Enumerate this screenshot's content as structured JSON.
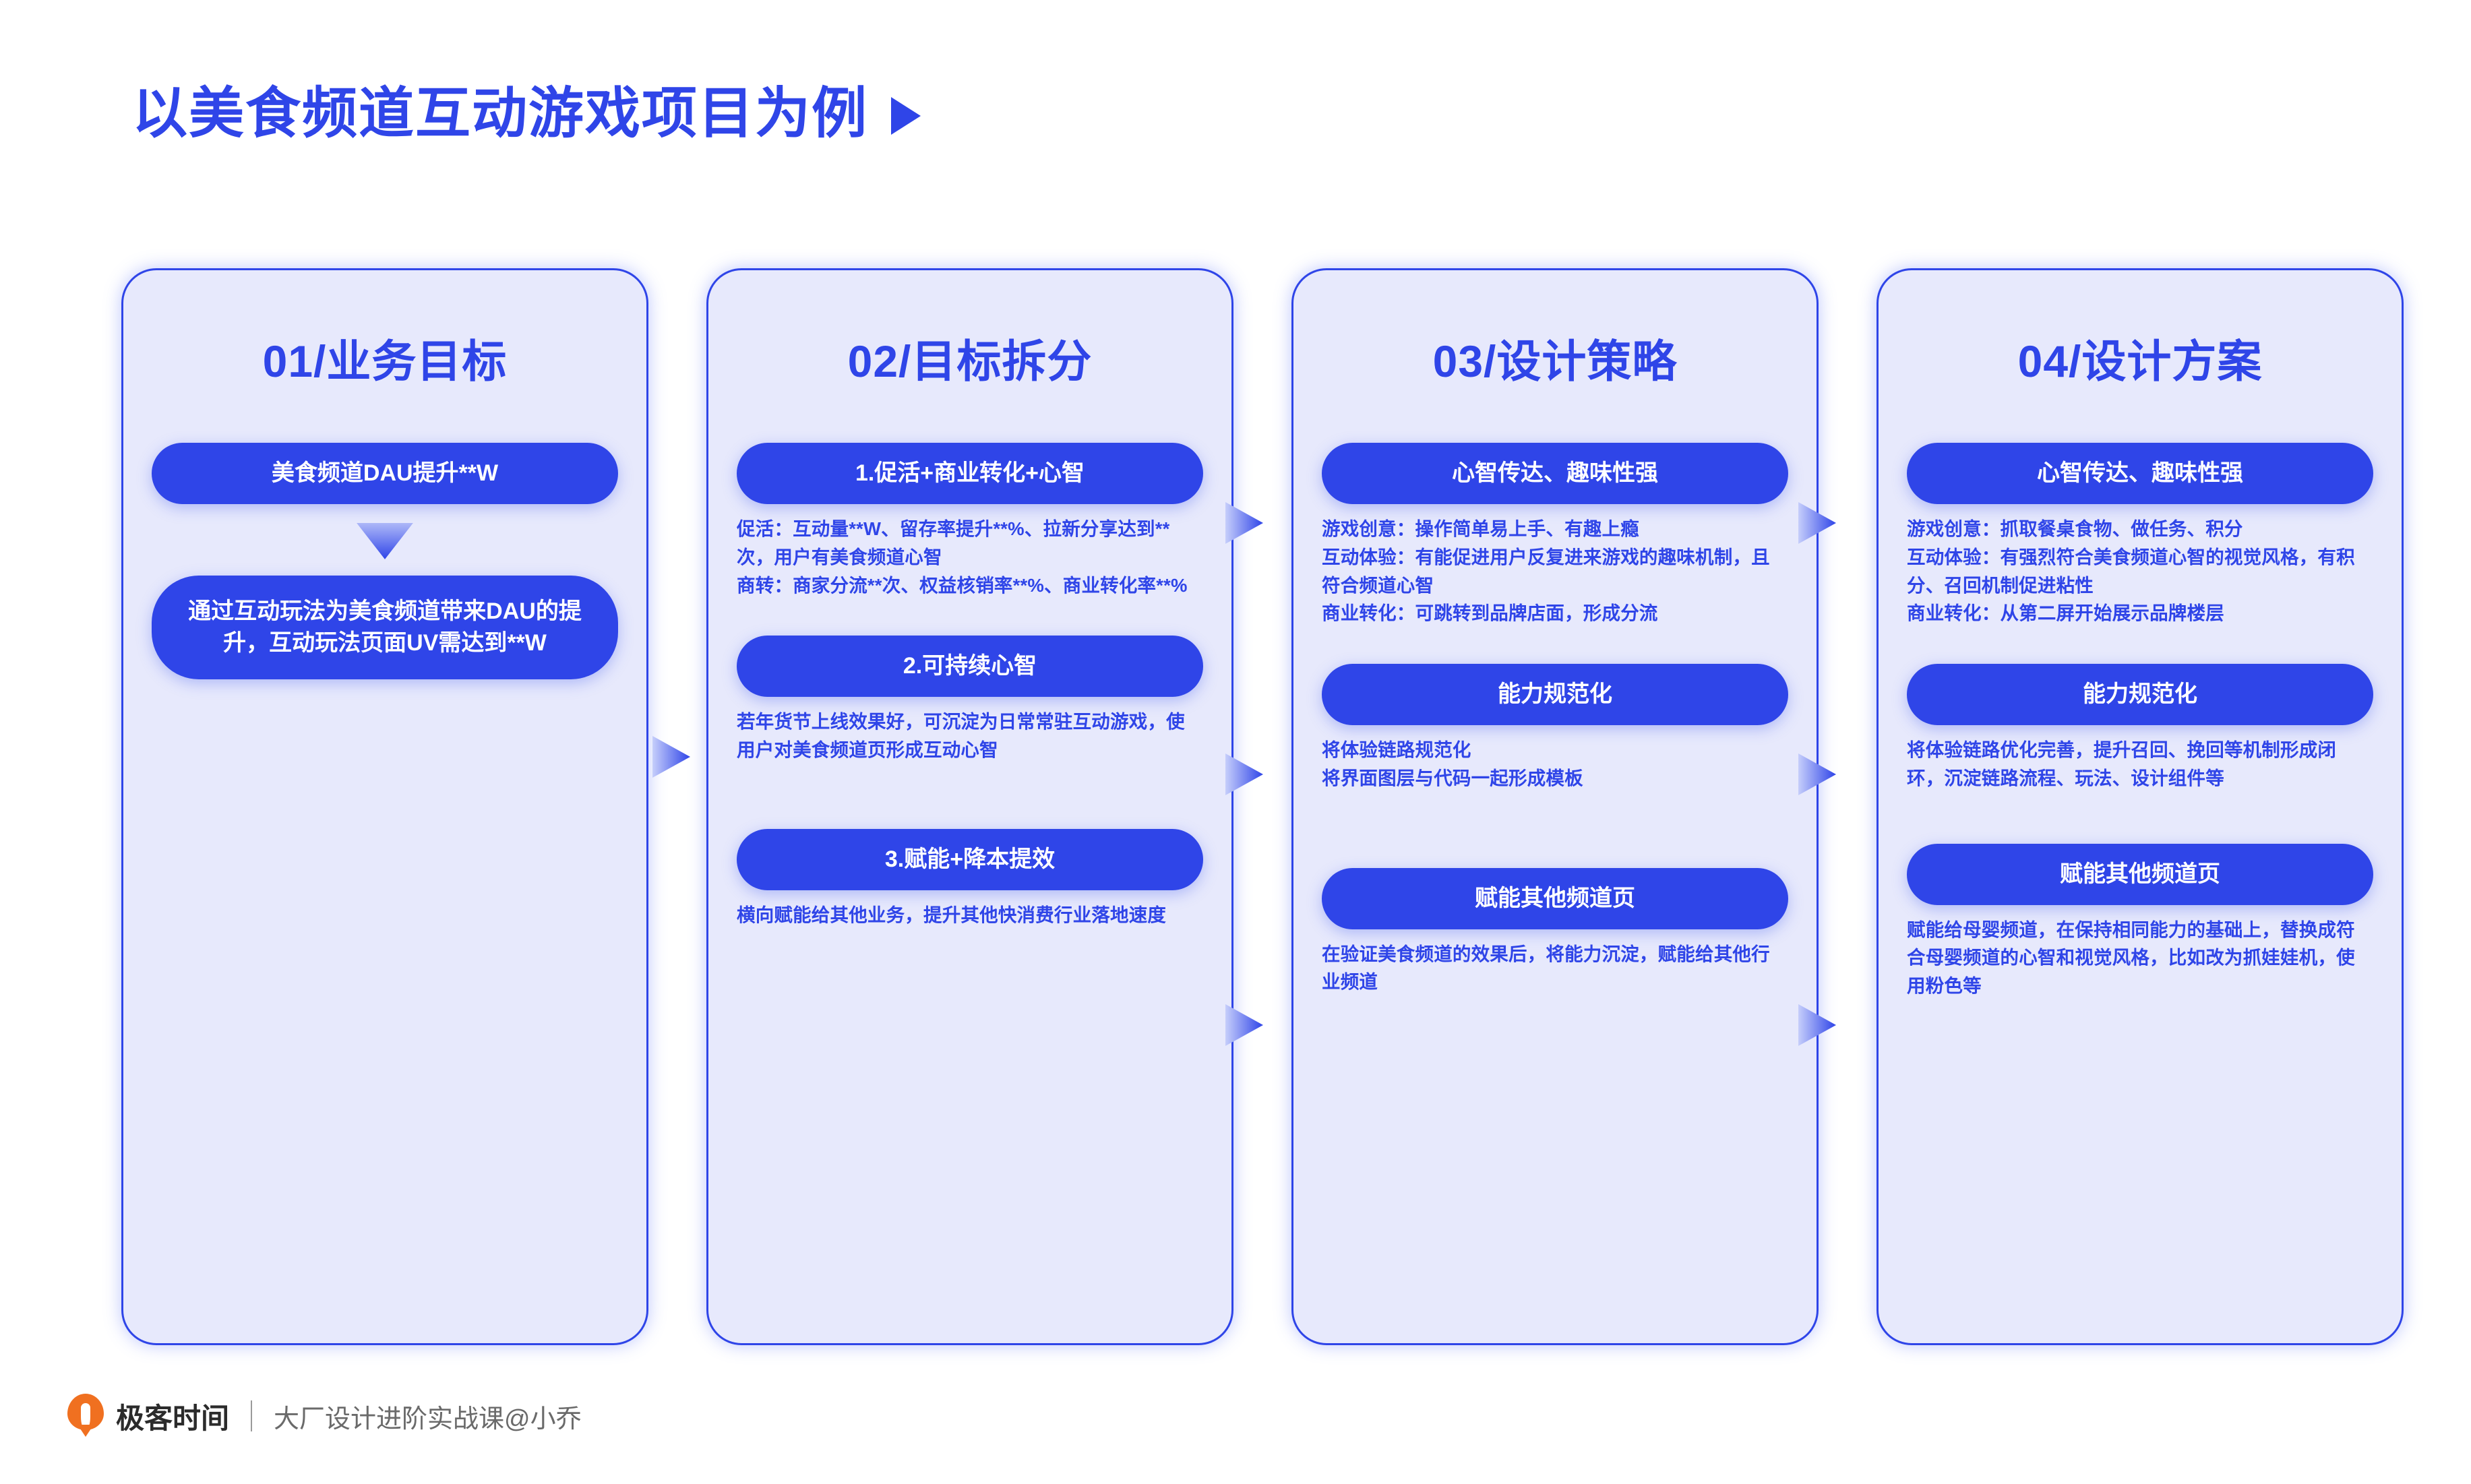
{
  "page": {
    "title": "以美食频道互动游戏项目为例",
    "title_arrow_icon": "play-triangle-icon",
    "accent_color": "#2F45E8",
    "card_bg_color": "#E7E9FC",
    "pill_text_color": "#FFFFFF",
    "logo_color": "#F07020"
  },
  "columns": [
    {
      "header": "01/业务目标",
      "blocks": [
        {
          "pill": "美食频道DAU提升**W",
          "desc": []
        },
        {
          "pill": "通过互动玩法为美食频道带来DAU的提升，互动玩法页面UV需达到**W",
          "desc": []
        }
      ]
    },
    {
      "header": "02/目标拆分",
      "blocks": [
        {
          "pill": "1.促活+商业转化+心智",
          "desc": [
            "促活：互动量**W、留存率提升**%、拉新分享达到**次，用户有美食频道心智",
            "商转：商家分流**次、权益核销率**%、商业转化率**%"
          ]
        },
        {
          "pill": "2.可持续心智",
          "desc": [
            "若年货节上线效果好，可沉淀为日常常驻互动游戏，使用户对美食频道页形成互动心智"
          ]
        },
        {
          "pill": "3.赋能+降本提效",
          "desc": [
            "横向赋能给其他业务，提升其他快消费行业落地速度"
          ]
        }
      ]
    },
    {
      "header": "03/设计策略",
      "blocks": [
        {
          "pill": "心智传达、趣味性强",
          "desc": [
            "游戏创意：操作简单易上手、有趣上瘾",
            "互动体验：有能促进用户反复进来游戏的趣味机制，且符合频道心智",
            "商业转化：可跳转到品牌店面，形成分流"
          ]
        },
        {
          "pill": "能力规范化",
          "desc": [
            "将体验链路规范化",
            "将界面图层与代码一起形成模板"
          ]
        },
        {
          "pill": "赋能其他频道页",
          "desc": [
            "在验证美食频道的效果后，将能力沉淀，赋能给其他行业频道"
          ]
        }
      ]
    },
    {
      "header": "04/设计方案",
      "blocks": [
        {
          "pill": "心智传达、趣味性强",
          "desc": [
            "游戏创意：抓取餐桌食物、做任务、积分",
            "互动体验：有强烈符合美食频道心智的视觉风格，有积分、召回机制促进粘性",
            "商业转化：从第二屏开始展示品牌楼层"
          ]
        },
        {
          "pill": "能力规范化",
          "desc": [
            "将体验链路优化完善，提升召回、挽回等机制形成闭环，沉淀链路流程、玩法、设计组件等"
          ]
        },
        {
          "pill": "赋能其他频道页",
          "desc": [
            "赋能给母婴频道，在保持相同能力的基础上，替换成符合母婴频道的心智和视觉风格，比如改为抓娃娃机，使用粉色等"
          ]
        }
      ]
    }
  ],
  "footer": {
    "brand": "极客时间",
    "course": "大厂设计进阶实战课@小乔"
  }
}
